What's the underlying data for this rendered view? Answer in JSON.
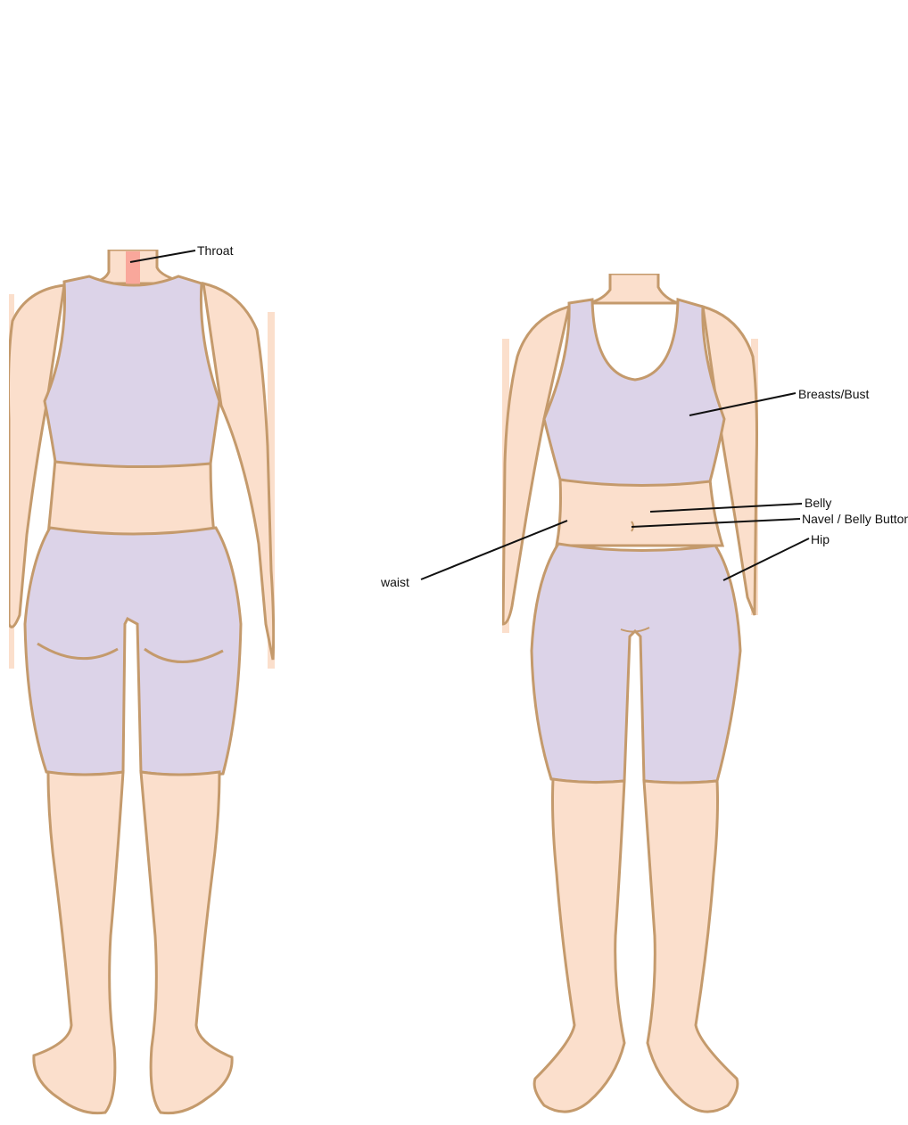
{
  "labels": {
    "throat": "Throat",
    "breasts": "Breasts/Bust",
    "belly": "Belly",
    "navel": "Navel / Belly Button",
    "hip": "Hip",
    "waist": "waist"
  },
  "colors": {
    "skin": "#fbdfcc",
    "outline": "#c49a6c",
    "clothing": "#dcd3e8",
    "throat_highlight": "#f9a79b",
    "leader_line": "#111111"
  }
}
